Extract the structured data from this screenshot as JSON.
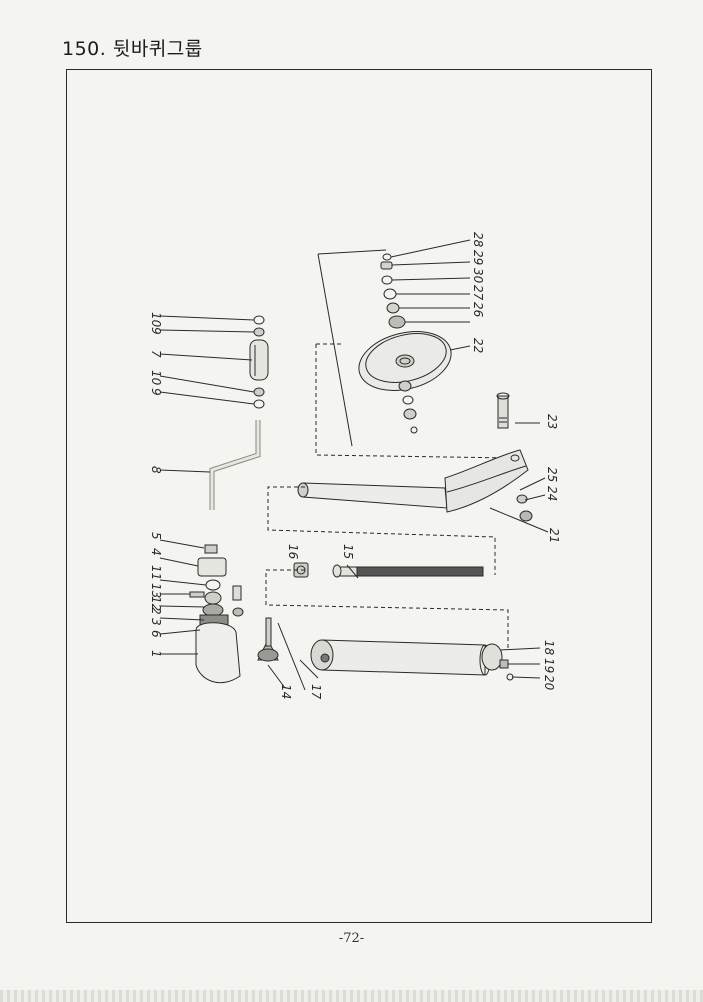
{
  "page_title": "150. 뒷바퀴그룹",
  "page_number": "-72-",
  "callouts": [
    {
      "id": "c10a",
      "text": "10"
    },
    {
      "id": "c9a",
      "text": "9"
    },
    {
      "id": "c7",
      "text": "7"
    },
    {
      "id": "c10b",
      "text": "10"
    },
    {
      "id": "c9b",
      "text": "9"
    },
    {
      "id": "c8",
      "text": "8"
    },
    {
      "id": "c5",
      "text": "5"
    },
    {
      "id": "c4",
      "text": "4"
    },
    {
      "id": "c11",
      "text": "11"
    },
    {
      "id": "c13",
      "text": "13"
    },
    {
      "id": "c12",
      "text": "12"
    },
    {
      "id": "c2",
      "text": "2"
    },
    {
      "id": "c3",
      "text": "3"
    },
    {
      "id": "c6",
      "text": "6"
    },
    {
      "id": "c1",
      "text": "1"
    },
    {
      "id": "c16",
      "text": "16"
    },
    {
      "id": "c15",
      "text": "15"
    },
    {
      "id": "c14",
      "text": "14"
    },
    {
      "id": "c17",
      "text": "17"
    },
    {
      "id": "c18",
      "text": "18"
    },
    {
      "id": "c19",
      "text": "19"
    },
    {
      "id": "c20",
      "text": "20"
    },
    {
      "id": "c28",
      "text": "28"
    },
    {
      "id": "c29",
      "text": "29"
    },
    {
      "id": "c30",
      "text": "30"
    },
    {
      "id": "c27",
      "text": "27"
    },
    {
      "id": "c26",
      "text": "26"
    },
    {
      "id": "c22",
      "text": "22"
    },
    {
      "id": "c23",
      "text": "23"
    },
    {
      "id": "c25",
      "text": "25"
    },
    {
      "id": "c24",
      "text": "24"
    },
    {
      "id": "c21",
      "text": "21"
    }
  ]
}
